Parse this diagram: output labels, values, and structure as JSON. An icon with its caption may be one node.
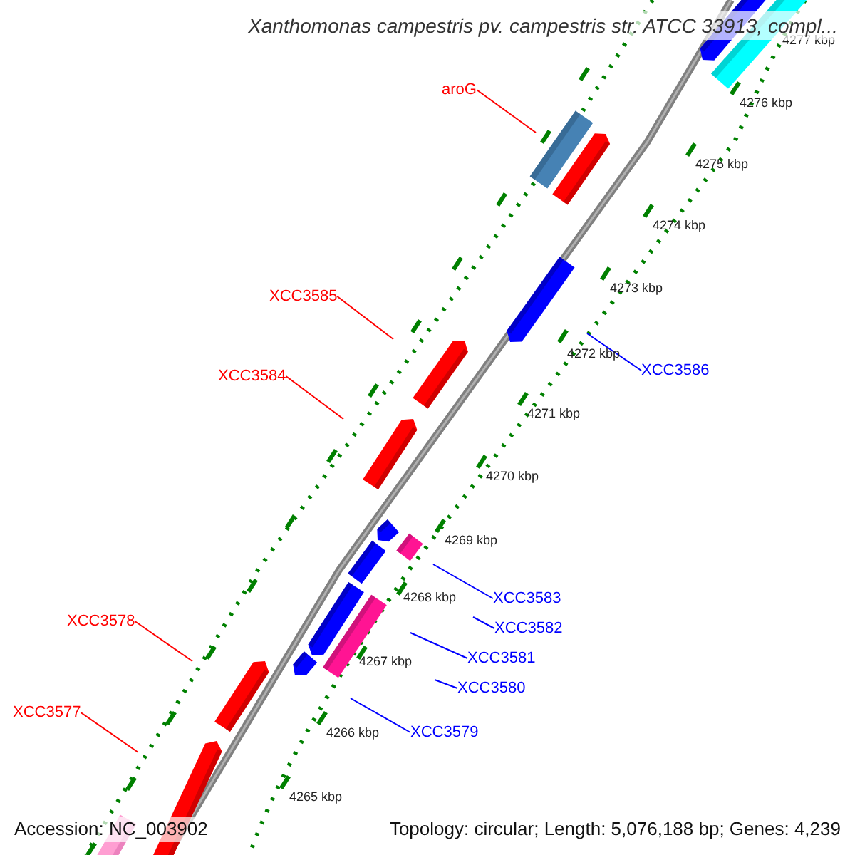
{
  "diagram": {
    "title": "Xanthomonas campestris pv. campestris str. ATCC 33913, compl...",
    "nodes": [
      {
        "text": [
          "aroG"
        ]
      },
      {
        "text": [
          "XCC3585"
        ]
      },
      {
        "text": [
          "XCC3584"
        ]
      },
      {
        "text": [
          "XCC3578"
        ]
      },
      {
        "text": [
          "XCC3577"
        ]
      },
      {
        "text": [
          "XCC3586"
        ]
      },
      {
        "text": [
          "XCC3583"
        ]
      },
      {
        "text": [
          "XCC3582"
        ]
      },
      {
        "text": [
          "XCC3581"
        ]
      },
      {
        "text": [
          "XCC3580"
        ]
      },
      {
        "text": [
          "XCC3579"
        ]
      }
    ],
    "edges": [
      {
        "from": 0,
        "to": null,
        "arrow": "none",
        "color": "#ff0000"
      },
      {
        "from": 1,
        "to": null,
        "arrow": "none",
        "color": "#ff0000"
      },
      {
        "from": 2,
        "to": null,
        "arrow": "none",
        "color": "#ff0000"
      },
      {
        "from": 3,
        "to": null,
        "arrow": "none",
        "color": "#ff0000"
      },
      {
        "from": 4,
        "to": null,
        "arrow": "none",
        "color": "#ff0000"
      },
      {
        "from": 5,
        "to": null,
        "arrow": "none"
      },
      {
        "from": 6,
        "to": null,
        "arrow": "none"
      },
      {
        "from": 7,
        "to": null,
        "arrow": "none"
      },
      {
        "from": 8,
        "to": null,
        "arrow": "none"
      },
      {
        "from": 9,
        "to": null,
        "arrow": "none"
      },
      {
        "from": 10,
        "to": null,
        "arrow": "none"
      }
    ],
    "labels": [
      "4277 kbp",
      "4276 kbp",
      "4275 kbp",
      "4274 kbp",
      "4273 kbp",
      "4272 kbp",
      "4271 kbp",
      "4270 kbp",
      "4269 kbp",
      "4268 kbp",
      "4267 kbp",
      "4266 kbp",
      "4265 kbp",
      "Accession: NC_003902",
      "Topology: circular; Length: 5,076,188 bp; Genes: 4,239"
    ]
  }
}
